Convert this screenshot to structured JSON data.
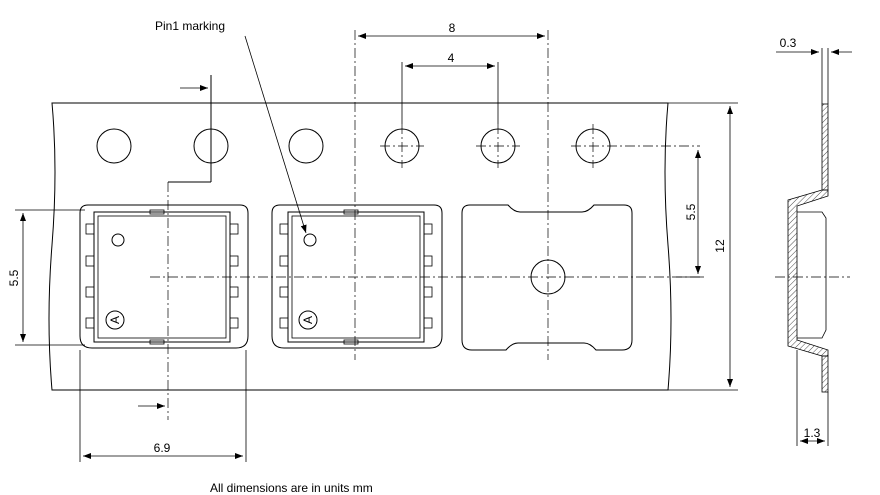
{
  "annotations": {
    "pin1_marking": "Pin1 marking",
    "footer_note": "All dimensions are in units mm"
  },
  "dimensions": {
    "pitch_8": "8",
    "pitch_4": "4",
    "offset_5_5_right": "5.5",
    "tape_width_12": "12",
    "offset_5_5_left": "5.5",
    "pocket_width_6_9": "6.9",
    "tape_thickness_0_3": "0.3",
    "pocket_depth_1_3": "1.3"
  },
  "package_marks": [
    "A",
    "A"
  ]
}
